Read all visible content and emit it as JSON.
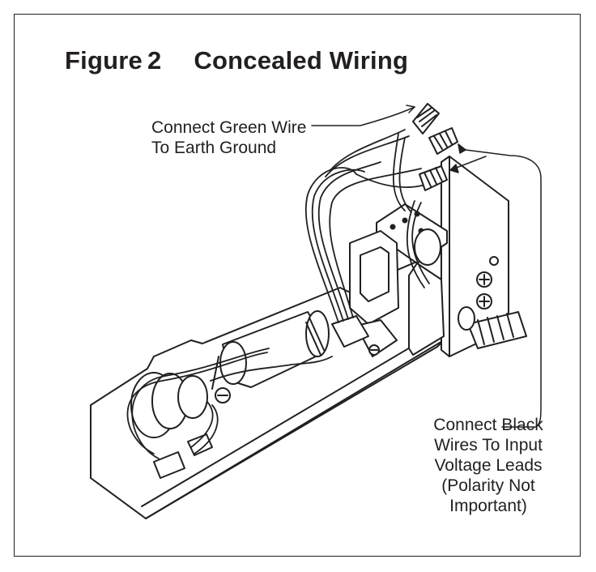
{
  "figure": {
    "label": "Figure",
    "number": "2",
    "title": "Concealed Wiring"
  },
  "callouts": {
    "green_wire": [
      "Connect Green Wire",
      "To Earth Ground"
    ],
    "black_wires": [
      "Connect Black",
      "Wires To Input",
      "Voltage Leads",
      "(Polarity Not",
      "Important)"
    ]
  },
  "colors": {
    "ink": "#231f20",
    "paper": "#ffffff",
    "shade": "#d9d9d9"
  }
}
